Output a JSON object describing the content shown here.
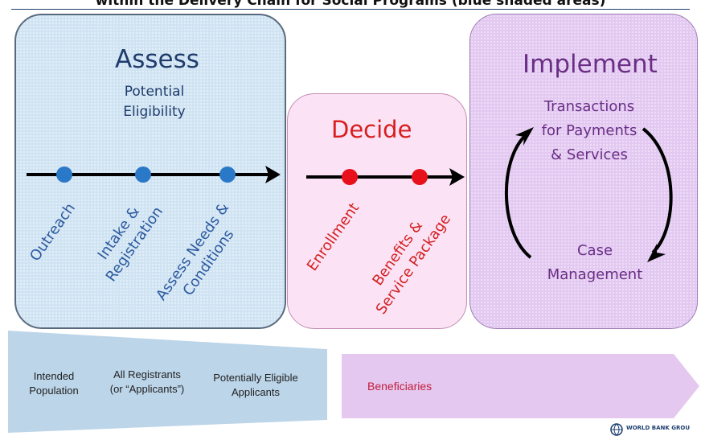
{
  "title": "within the Delivery Chain for Social Programs (blue shaded areas)",
  "assess": {
    "title": "Assess",
    "subtitle_line1": "Potential",
    "subtitle_line2": "Eligibility",
    "steps": [
      {
        "line1": "Outreach",
        "line2": ""
      },
      {
        "line1": "Intake &",
        "line2": "Registration"
      },
      {
        "line1": "Assess Needs &",
        "line2": "Conditions"
      }
    ]
  },
  "decide": {
    "title": "Decide",
    "steps": [
      {
        "line1": "Enrollment",
        "line2": ""
      },
      {
        "line1": "Benefits &",
        "line2": "Service Package"
      }
    ]
  },
  "implement": {
    "title": "Implement",
    "transactions_line1": "Transactions",
    "transactions_line2": "for Payments",
    "transactions_line3": "& Services",
    "case_line1": "Case",
    "case_line2": "Management"
  },
  "funnel": {
    "labels": [
      {
        "line1": "Intended",
        "line2": "Population"
      },
      {
        "line1": "All Registrants",
        "line2": "(or “Applicants”)"
      },
      {
        "line1": "Potentially Eligible",
        "line2": "Applicants"
      }
    ],
    "beneficiaries": "Beneficiaries"
  },
  "logo": {
    "text": "WORLD BANK GROU"
  },
  "colors": {
    "assess_panel": "#cfe3f2",
    "decide_panel": "#fbe3f5",
    "implement_panel": "#e3c9f1",
    "assess_dot": "#2a78c8",
    "decide_dot": "#e8101a",
    "funnel_band": "#bcd5e9",
    "beneficiaries_band": "#e5c8f0"
  }
}
